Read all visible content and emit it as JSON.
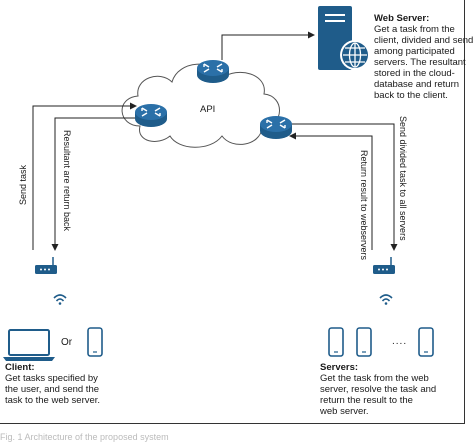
{
  "web_server": {
    "title": "Web Server:",
    "lines": [
      "Get a task from the",
      "client, divided and send",
      "among participated",
      "servers. The resultant",
      "stored in the cloud-",
      "database and return",
      "back to the client."
    ]
  },
  "api_label": "API",
  "arrows": {
    "send_task": "Send task",
    "resultant_return": "Resultant are return back",
    "return_result": "Return result to webservers",
    "send_divided": "Send divided task to all servers"
  },
  "client": {
    "title": "Client:",
    "lines": [
      "Get tasks specified by",
      "the user, and send the",
      "task to the web server."
    ],
    "or_label": "Or"
  },
  "servers": {
    "title": "Servers:",
    "lines": [
      "Get the task from the web",
      "server, resolve the task and",
      "return the result to the",
      "web server."
    ],
    "dots": "...."
  },
  "caption": "Fig. 1 Architecture of the proposed system",
  "colors": {
    "brand": "#1f5c8a",
    "line": "#222222"
  }
}
